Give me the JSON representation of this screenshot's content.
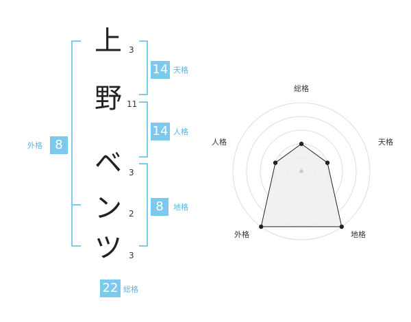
{
  "name": {
    "chars": [
      {
        "char": "上",
        "strokes": "3"
      },
      {
        "char": "野",
        "strokes": "11"
      },
      {
        "char": "ベ",
        "strokes": "3"
      },
      {
        "char": "ン",
        "strokes": "2"
      },
      {
        "char": "ツ",
        "strokes": "3"
      }
    ]
  },
  "fortunes": {
    "tenkaku": {
      "value": "14",
      "label": "天格"
    },
    "jinkaku": {
      "value": "14",
      "label": "人格"
    },
    "chikaku": {
      "value": "8",
      "label": "地格"
    },
    "gaikaku": {
      "value": "8",
      "label": "外格"
    },
    "soukaku": {
      "value": "22",
      "label": "総格"
    }
  },
  "chart_data": {
    "type": "radar",
    "axes": [
      "総格",
      "天格",
      "地格",
      "外格",
      "人格"
    ],
    "values": [
      2,
      2,
      5,
      5,
      2
    ],
    "max": 5,
    "rings": 5,
    "colors": {
      "grid": "#dddddd",
      "fill": "#eeeeee",
      "line": "#222222",
      "center": "#cccccc"
    }
  }
}
